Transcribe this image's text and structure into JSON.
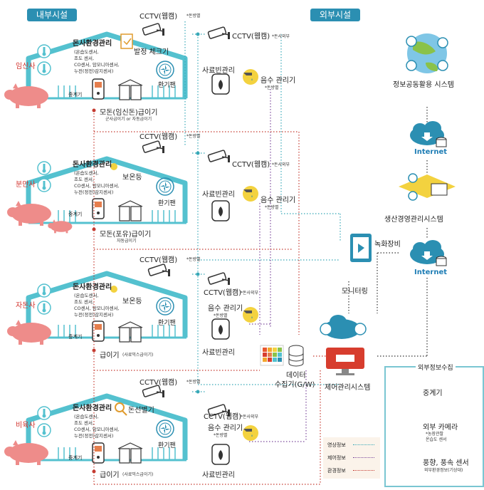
{
  "headers": {
    "inner": "내부시설",
    "outer": "외부시설"
  },
  "farms": [
    {
      "name": "임신사",
      "env_title": "돈사환경관리",
      "env_sensors": [
        "(온습도센서,",
        "조도 센서,",
        "CO센서, 암모니아센서,",
        "누전(정전)감지센서)"
      ],
      "extra": "발정 체크기",
      "fan": "환기팬",
      "thermo": "중계기",
      "cctv_in": "CCTV(웹캠)",
      "cctv_in_sub": "*돈방별",
      "cctv_out": "CCTV(웹캠)",
      "cctv_out_sub": "*돈사외부",
      "feed": "사료빈관리",
      "water": "음수 관리기",
      "water_sub": "*돈방별",
      "feeder": "모돈(임신돈)급이기",
      "feeder_sub": "군사급이기 or 자동급이기"
    },
    {
      "name": "분만사",
      "env_title": "돈사환경관리",
      "env_sensors": [
        "(온습도센서,",
        "조도 센서,",
        "CO센서, 암모니아센서,",
        "누전(정전)감지센서)"
      ],
      "extra": "보온등",
      "fan": "환기팬",
      "thermo": "중계기",
      "cctv_in": "CCTV(웹캠)",
      "cctv_in_sub": "*돈방별",
      "cctv_out": "CCTV(웹캠)",
      "cctv_out_sub": "*돈사외부",
      "feed": "사료빈관리",
      "water": "음수 관리기",
      "water_sub": "*돈방별",
      "feeder": "모돈(포유)급이기",
      "feeder_sub": "자동급이기"
    },
    {
      "name": "자돈사",
      "env_title": "돈사환경관리",
      "env_sensors": [
        "(온습도센서,",
        "조도 센서,",
        "CO센서, 암모니아센서,",
        "누전(정전)감지센서)"
      ],
      "extra": "보온등",
      "fan": "환기팬",
      "thermo": "중계기",
      "cctv_in": "CCTV(웹캠)",
      "cctv_in_sub": "*돈방별",
      "cctv_out": "CCTV(웹캠)",
      "cctv_out_sub": "*돈사외부",
      "feed": "사료빈관리",
      "water": "음수 관리기",
      "water_sub": "*돈방별",
      "feeder": "급이기",
      "feeder_sub": "(사료믹스급이기)"
    },
    {
      "name": "비육사",
      "env_title": "돈사환경관리",
      "env_sensors": [
        "(온습도센서,",
        "조도 센서,",
        "CO센서, 암모니아센서,",
        "누전(정전)감지센서)"
      ],
      "extra": "돈선별기",
      "fan": "환기팬",
      "thermo": "중계기",
      "cctv_in": "CCTV(웹캠)",
      "cctv_in_sub": "*돈방별",
      "cctv_out": "CCTV(웹캠)",
      "cctv_out_sub": "*돈사외부",
      "feed": "사료빈관리",
      "water": "음수 관리기",
      "water_sub": "*돈방별",
      "feeder": "급이기",
      "feeder_sub": "(사료믹스급이기)"
    }
  ],
  "external": {
    "info_sys": "정보공동활용 시스템",
    "internet1": "Internet",
    "mgmt_sys": "생산경영관리시스템",
    "internet2": "Internet",
    "recorder": "녹화장비",
    "monitoring": "모니터링",
    "control": "제어관리시스템",
    "collector_l1": "데이터",
    "collector_l2": "수집기(G/W)",
    "ext_title": "외부정보수집",
    "ext_items": [
      {
        "label": "중계기",
        "sub": ""
      },
      {
        "label": "외부 카메라",
        "sub": "*농장관찰",
        "sub2": "온습도 센서"
      },
      {
        "label": "풍향, 풍속 센서",
        "sub": "외부환경정보(기상대)"
      }
    ]
  },
  "legend": [
    {
      "label": "영상정보",
      "color": "#37a8b7"
    },
    {
      "label": "제어정보",
      "color": "#7c4a9c"
    },
    {
      "label": "환경정보",
      "color": "#c53b31"
    }
  ]
}
